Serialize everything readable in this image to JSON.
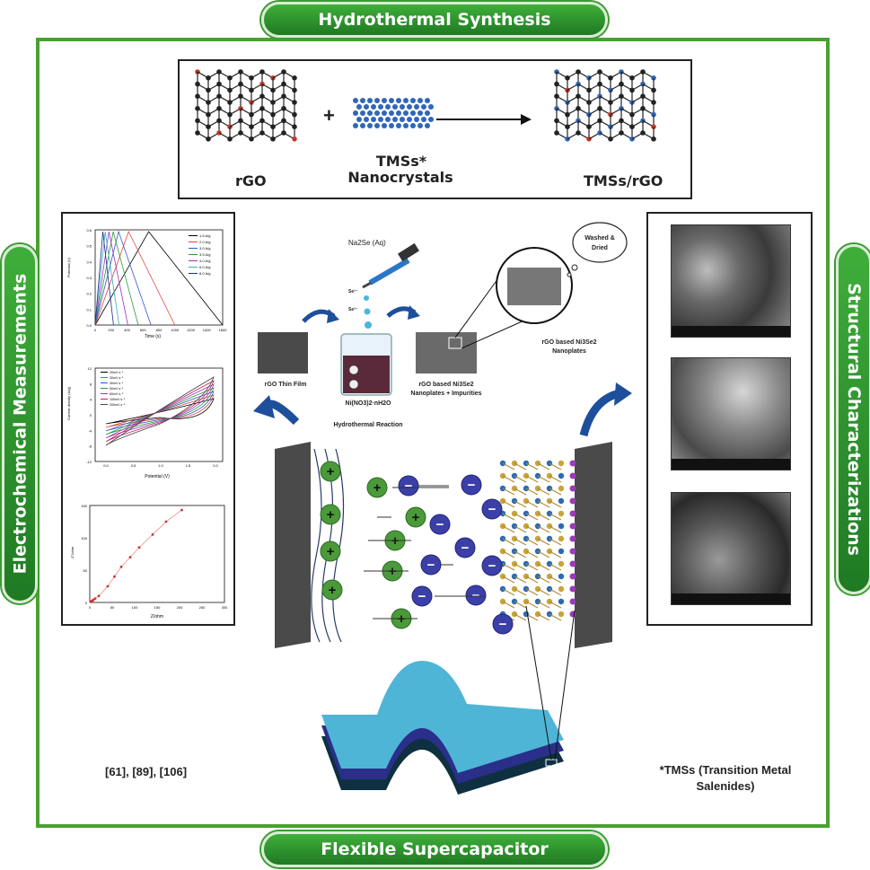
{
  "banners": {
    "top": "Hydrothermal Synthesis",
    "bottom": "Flexible Supercapacitor",
    "left": "Electrochemical Measurements",
    "right": "Structural Characterizations"
  },
  "reaction": {
    "reactant1": "rGO",
    "reactant2_line1": "TMSs*",
    "reactant2_line2": "Nanocrystals",
    "product": "TMSs/rGO",
    "plus": "+"
  },
  "process": {
    "reagent": "Na2Se (Aq)",
    "drop1": "Se²⁻",
    "drop2": "Se²⁻",
    "film_label": "rGO Thin Film",
    "beaker_label": "Ni(NO3)2·nH2O",
    "reaction_label": "Hydrothermal Reaction",
    "product_label_line1": "rGO based Ni3Se2",
    "product_label_line2": "Nanoplates + Impurities",
    "bubble_label_line1": "Washed &",
    "bubble_label_line2": "Dried",
    "final_label_line1": "rGO based Ni3Se2",
    "final_label_line2": "Nanoplates"
  },
  "references": "[61], [89], [106]",
  "footnote_line1": "*TMSs (Transition Metal",
  "footnote_line2": "Salenides)",
  "ions": {
    "plus": "+",
    "minus": "−"
  },
  "gcd_chart": {
    "ylabel": "Potential (V)",
    "xlabel": "Time (s)",
    "legend": [
      "1.5 A/g",
      "2.0 A/g",
      "3.0 A/g",
      "3.5 A/g",
      "4.0 A/g",
      "6.0 A/g",
      "8.0 A/g"
    ],
    "yticks": [
      "0.6",
      "0.5",
      "0.4",
      "0.3",
      "0.2",
      "0.1",
      "0.0"
    ],
    "xticks": [
      "0",
      "200",
      "400",
      "600",
      "800",
      "1000",
      "1200",
      "1400",
      "1600"
    ],
    "colors": [
      "#000000",
      "#e0463a",
      "#2f57c9",
      "#2a9a3a",
      "#a030c0",
      "#2fb0c0",
      "#1c2a8a"
    ]
  },
  "cv_chart": {
    "ylabel": "Current density (A/g)",
    "xlabel": "Potential (V)",
    "legend": [
      "20mV s⁻¹",
      "30mV s⁻¹",
      "40mV s⁻¹",
      "50mV s⁻¹",
      "60mV s⁻¹",
      "100mV s⁻¹",
      "200mV s⁻¹"
    ],
    "yticks": [
      "12",
      "8",
      "4",
      "0",
      "-4",
      "-8",
      "-12"
    ],
    "xticks": [
      "0.0",
      "0.5",
      "1.0",
      "1.5",
      "2.0"
    ]
  },
  "nyquist_chart": {
    "ylabel": "-Z''/ohm",
    "xlabel": "Z/ohm",
    "yticks": [
      "150",
      "100",
      "50",
      "0"
    ],
    "xticks": [
      "0",
      "50",
      "100",
      "150",
      "200",
      "250",
      "300"
    ]
  },
  "chart_data": {
    "type": "scatter",
    "title": "",
    "xlabel": "Z/ohm",
    "ylabel": "-Z''/ohm",
    "xlim": [
      0,
      300
    ],
    "ylim": [
      0,
      150
    ],
    "series": [
      {
        "x": [
          2,
          4,
          6,
          8,
          12,
          20,
          40,
          55,
          70,
          90,
          110,
          140,
          170,
          205
        ],
        "y": [
          1,
          2,
          3,
          4,
          6,
          10,
          25,
          40,
          55,
          70,
          85,
          105,
          125,
          143
        ]
      }
    ]
  }
}
